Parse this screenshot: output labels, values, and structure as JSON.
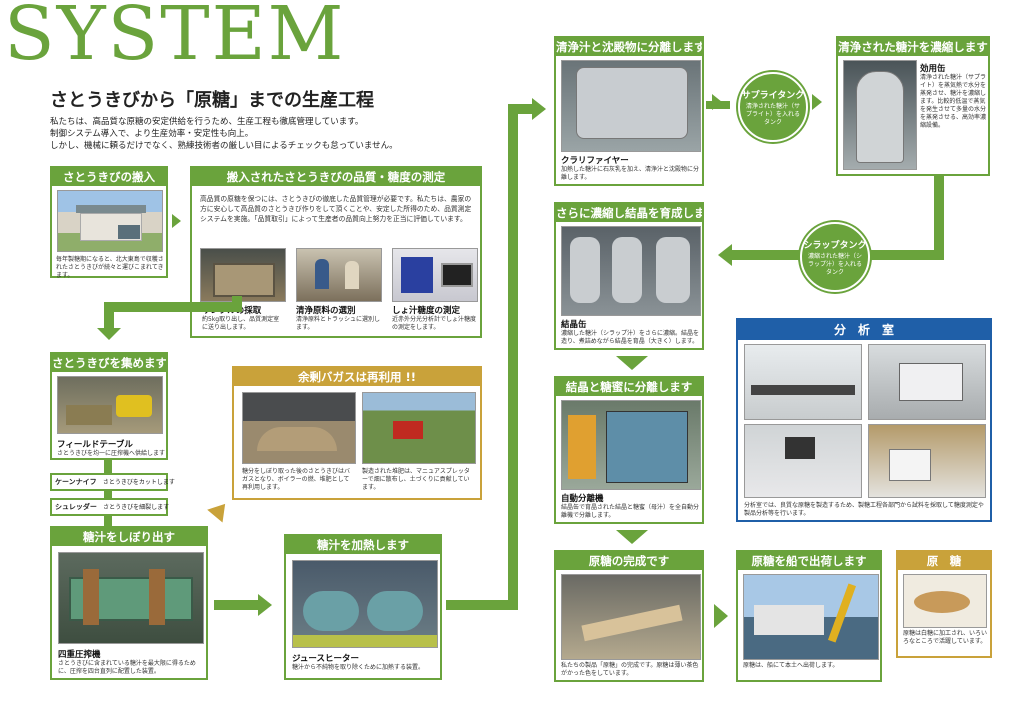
{
  "hero": {
    "system_title": "SYSTEM",
    "subtitle": "さとうきびから「原糖」までの生産工程",
    "intro_line1": "私たちは、高品質な原糖の安定供給を行うため、生産工程も徹底管理しています。",
    "intro_line2": "制御システム導入で、より生産効率・安定性も向上。",
    "intro_line3": "しかし、機械に頼るだけでなく、熟練技術者の厳しい目によるチェックも怠っていません。"
  },
  "steps": {
    "intake": {
      "title": "さとうきびの搬入",
      "desc": "毎年製糖期になると、北大東島で収穫されたさとうきびが続々と運びこまれてきます。"
    },
    "quality": {
      "title": "搬入されたさとうきびの品質・糖度の測定",
      "desc": "高品質の原糖を保つには、さとうきびの徹底した品質管理が必要です。私たちは、農家の方に安心して高品質のさとうきび作りをして頂くことや、安定した所得のため、品質測定システムを実施。「品質取引」によって生産者の品質向上努力を正当に評価しています。",
      "items": [
        {
          "caption": "サンプルの採取",
          "desc": "約5kg取り出し、品質測定室に送り出します。"
        },
        {
          "caption": "清浄原料の選別",
          "desc": "清浄原料とトラッシュに選別します。"
        },
        {
          "caption": "しょ汁糖度の測定",
          "desc": "近赤外分光分析計でしょ汁糖度の測定をします。"
        }
      ]
    },
    "collect": {
      "title": "さとうきびを集めます",
      "caption": "フィールドテーブル",
      "desc": "さとうきびを均一に圧搾機へ供給します",
      "sub1_name": "ケーンナイフ",
      "sub1_desc": "さとうきびをカットします",
      "sub2_name": "シュレッダー",
      "sub2_desc": "さとうきびを細裂します"
    },
    "bagasse": {
      "title": "余剰バガスは再利用 !!",
      "desc1": "糖分をしぼり取った後のさとうきびはバガスとなり、ボイラーの燃、堆肥として再利用します。",
      "desc2": "製造された堆肥は、マニュアスプレッターで畑に散布し、土づくりに貢献しています。"
    },
    "squeeze": {
      "title": "糖汁をしぼり出す",
      "caption": "四重圧搾機",
      "desc": "さとうきびに含まれている糖汁を最大限に得るために、圧搾を四台直列に配置した装置。"
    },
    "heat": {
      "title": "糖汁を加熱します",
      "caption": "ジュースヒーター",
      "desc": "糖汁から不純物を取り除くために加熱する装置。"
    },
    "separate": {
      "title": "清浄汁と沈殿物に分離します",
      "caption": "クラリファイヤー",
      "desc": "加熱した糖汁に石灰乳を加え、清浄汁と沈殿物に分離します。"
    },
    "concentrate": {
      "title": "清浄された糖汁を濃縮します",
      "caption": "効用缶",
      "desc": "清浄された糖汁（サプライト）を蒸気熱で水分を蒸発させ、糖汁を濃縮します。比較的低温で蒸気を発生させて多量の水分を蒸発させる、高効率濃縮設備。"
    },
    "crystal": {
      "title": "さらに濃縮し結晶を育成します",
      "caption": "結晶缶",
      "desc": "濃縮した糖汁（シラップ汁）をさらに濃縮。結晶を造り、煮詰めながら結晶を育晶（大きく）します。"
    },
    "centrifuge": {
      "title": "結晶と糖蜜に分離します",
      "caption": "自動分離機",
      "desc": "結晶缶で育晶された結晶と糖蜜（母汁）を全自動分離機で分離します。"
    },
    "complete": {
      "title": "原糖の完成です",
      "desc": "私たちの製品「原糖」の完成です。原糖は薄い茶色がかった色をしています。"
    },
    "ship": {
      "title": "原糖を船で出荷します",
      "desc": "原糖は、船にて本土へ出荷します。"
    },
    "raw": {
      "title": "原　糖",
      "desc": "原糖は白糖に加工され、いろいろなところで活躍しています。"
    }
  },
  "tanks": {
    "supply_title": "サプライタンク",
    "supply_desc": "清浄された糖汁（サプライト）を入れるタンク",
    "syrup_title": "シラップタンク",
    "syrup_desc": "濃縮された糖汁（シラップ汁）を入れるタンク"
  },
  "lab": {
    "title": "分　析　室",
    "desc": "分析室では、良質な原糖を製造するため、製糖工程各部門から試料を採取して糖度測定や製品分析等を行います。"
  },
  "colors": {
    "green": "#6aa33c",
    "blue": "#1f5fa8",
    "gold": "#c9a23a"
  }
}
